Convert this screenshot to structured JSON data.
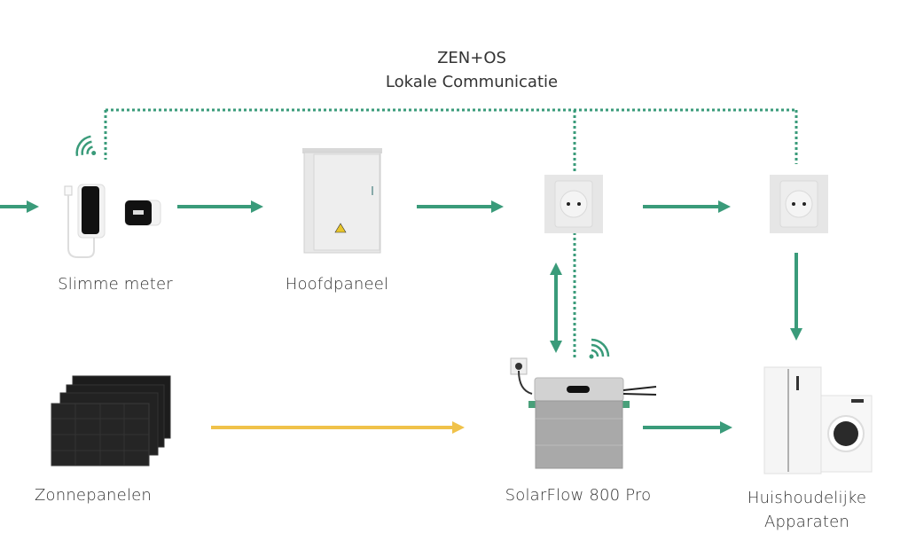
{
  "header": {
    "line1": "ZEN+OS",
    "line2": "Lokale Communicatie"
  },
  "nodes": {
    "smart_meter": {
      "label": "Slimme meter",
      "icon": "smart-meter-device"
    },
    "main_panel": {
      "label": "Hoofdpaneel",
      "icon": "electrical-cabinet"
    },
    "socket_1": {
      "label": "",
      "icon": "wall-socket"
    },
    "socket_2": {
      "label": "",
      "icon": "wall-socket"
    },
    "solar_panels": {
      "label": "Zonnepanelen",
      "icon": "solar-panel-stack"
    },
    "solarflow": {
      "label": "SolarFlow 800 Pro",
      "icon": "battery-inverter"
    },
    "appliances": {
      "label_line1": "Huishoudelijke",
      "label_line2": "Apparaten",
      "icon": "fridge-and-washer"
    }
  },
  "colors": {
    "power_flow": "#3a9b7a",
    "solar_flow": "#f0c24a",
    "communication": "#3a9b7a",
    "text": "#333333"
  }
}
